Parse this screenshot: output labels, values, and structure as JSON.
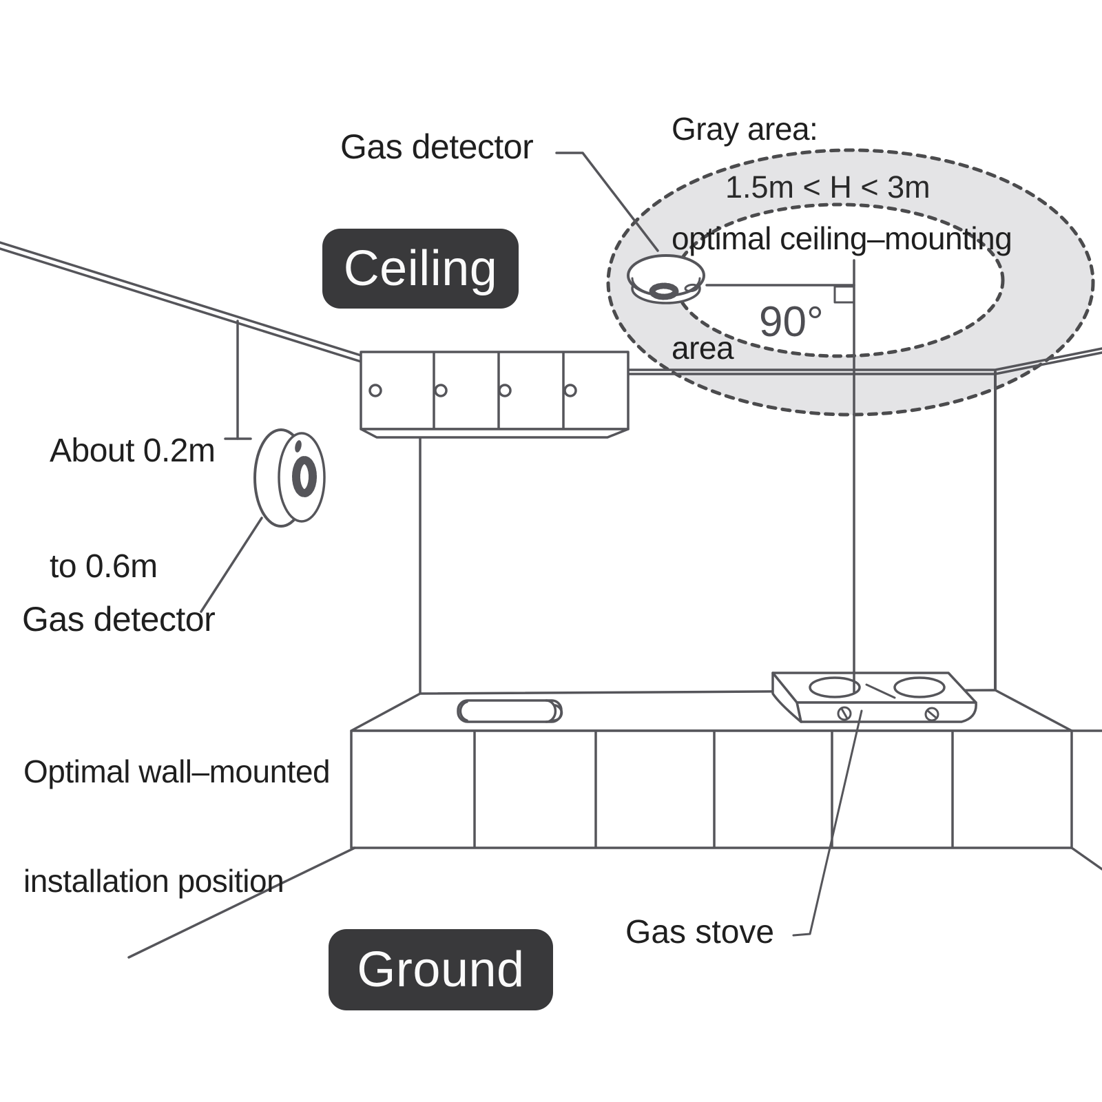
{
  "badges": {
    "ceiling": "Ceiling",
    "ground": "Ground"
  },
  "labels": {
    "ceiling_detector": "Gas detector",
    "wall_detector": "Gas detector",
    "stove": "Gas stove",
    "angle": "90°",
    "height_range": "1.5m < H < 3m"
  },
  "notes": {
    "gray_area": {
      "line1": "Gray area:",
      "line2": "optimal ceiling–mounting",
      "line3": "area"
    },
    "wall_distance": {
      "line1": "About 0.2m",
      "line2": "to 0.6m"
    },
    "wall_position": {
      "line1": "Optimal wall–mounted",
      "line2": "installation position"
    }
  },
  "colors": {
    "line": "#55555a",
    "text": "#1f1f1f",
    "badge_background": "#39393b",
    "badge_text": "#fafafa",
    "gray_area_fill": "#e4e4e6",
    "dashed_border": "#4b4b4d"
  }
}
